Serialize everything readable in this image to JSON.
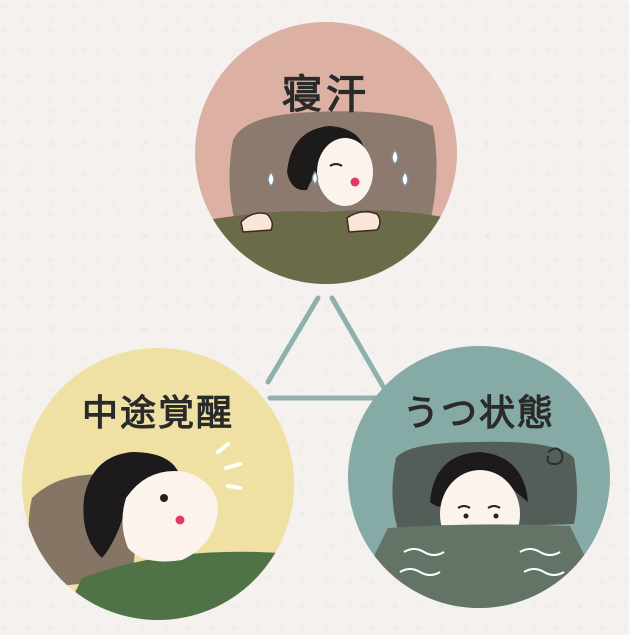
{
  "nodes": {
    "top": {
      "label": "寝汗"
    },
    "left": {
      "label": "中途覚醒"
    },
    "right": {
      "label": "うつ状態"
    }
  },
  "colors": {
    "top_circle": "#dcb1a3",
    "left_circle": "#efe1a3",
    "right_circle": "#86aaa5",
    "connector": "#8fb1ad",
    "background": "#f4f1ef"
  },
  "icons": [
    "sweat-drop-icon",
    "snoring-mark-icon",
    "dizzy-swirl-icon"
  ]
}
